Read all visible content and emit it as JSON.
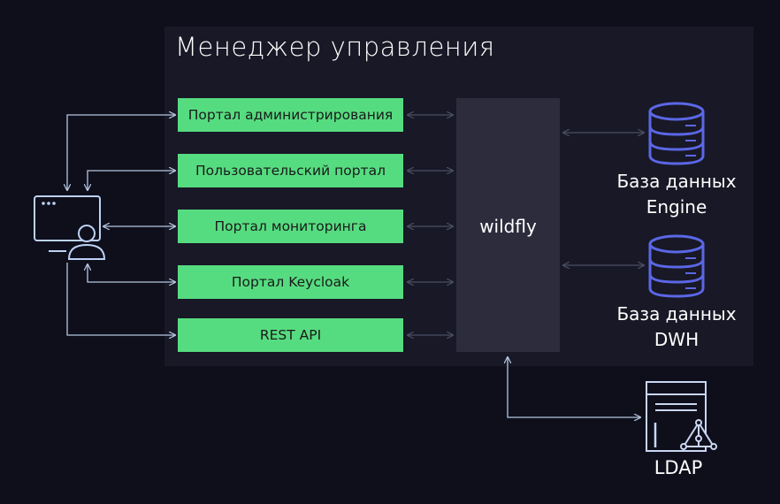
{
  "panel": {
    "title": "Менеджер управления"
  },
  "portals": [
    {
      "label": "Портал администрирования"
    },
    {
      "label": "Пользовательский портал"
    },
    {
      "label": "Портал мониторинга"
    },
    {
      "label": "Портал Keycloak"
    },
    {
      "label": "REST API"
    }
  ],
  "server": {
    "label": "wildfly"
  },
  "databases": [
    {
      "line1": "База данных",
      "line2": "Engine"
    },
    {
      "line1": "База данных",
      "line2": "DWH"
    }
  ],
  "directory": {
    "label": "LDAP"
  },
  "colors": {
    "background": "#0f0f1c",
    "panel": "#181826",
    "portal": "#56dc80",
    "server": "#2c2c3d",
    "icon_blue": "#5b67e6",
    "user_icon": "#bcd2f4",
    "ldap_icon": "#c9d6f2",
    "arrow_dim": "#4a4f63",
    "arrow_light": "#b5c6e0"
  },
  "icons": {
    "user": "user-workstation-icon",
    "database": "database-icon",
    "ldap": "ldap-server-icon"
  }
}
